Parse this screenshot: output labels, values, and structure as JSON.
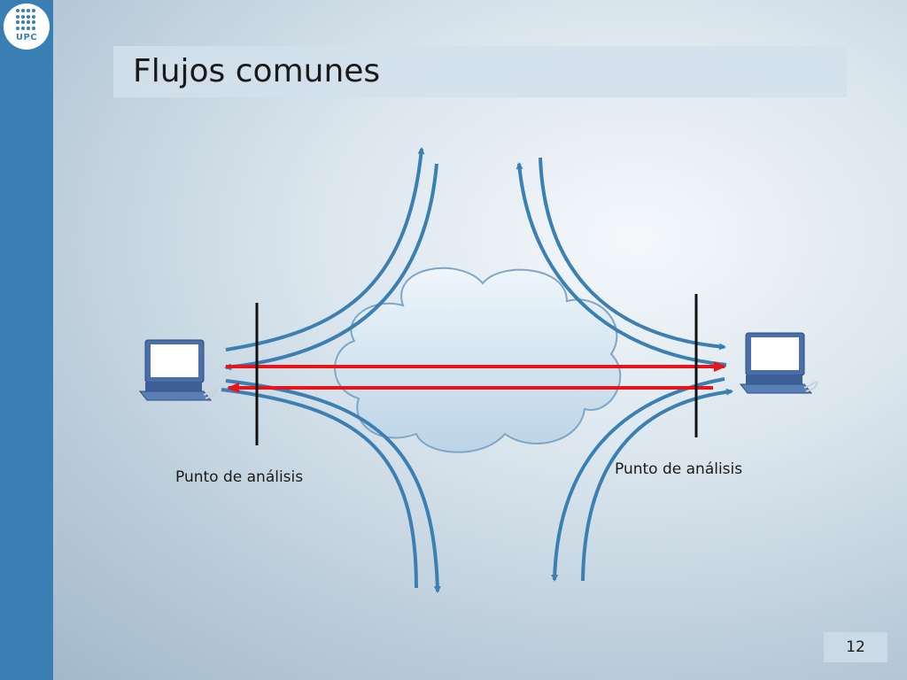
{
  "brand": {
    "logo_text": "UPC",
    "sidebar_color": "#3a7fb4"
  },
  "slide": {
    "title": "Flujos comunes",
    "page_number": "12"
  },
  "diagram": {
    "left_label": "Punto de análisis",
    "right_label": "Punto de análisis",
    "icons": [
      "computer-icon",
      "computer-icon",
      "cloud-icon"
    ],
    "colors": {
      "flow_arrows": "#3c7fb2",
      "direct_flow": "#e8141a",
      "analysis_line": "#111111"
    }
  }
}
